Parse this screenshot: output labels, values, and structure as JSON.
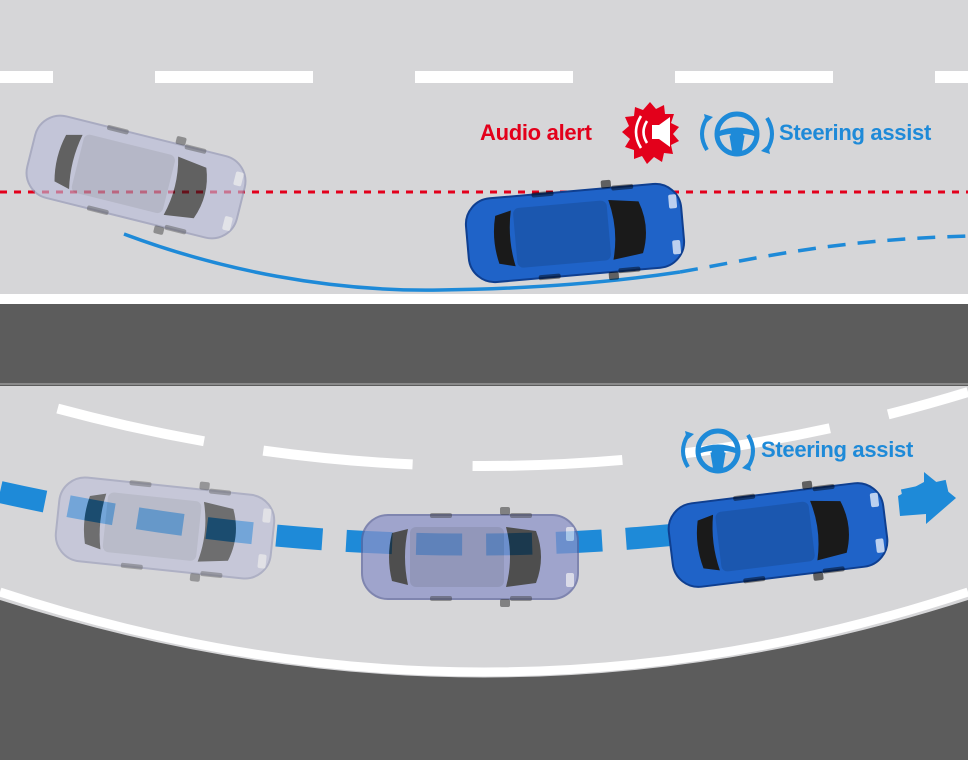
{
  "colors": {
    "road": "#d6d6d8",
    "divider": "#5c5c5c",
    "lane_marking": "#ffffff",
    "alert_red": "#e3001b",
    "assist_blue": "#1e8ad8",
    "car_blue": "#1f63c8",
    "car_ghost": "#b9bcd8"
  },
  "panel_top": {
    "audio_alert_label": "Audio alert",
    "audio_alert_icon": "speaker-alert-icon",
    "steering_assist_label": "Steering assist",
    "steering_icon": "steering-wheel-icon"
  },
  "panel_bottom": {
    "steering_assist_label": "Steering assist",
    "steering_icon": "steering-wheel-icon",
    "direction_icon": "arrow-right-icon"
  }
}
